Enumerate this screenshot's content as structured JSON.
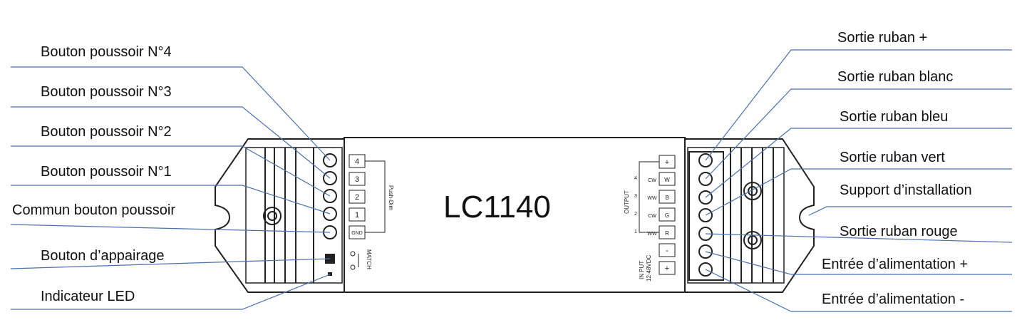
{
  "model": "LC1140",
  "left_labels": [
    "Bouton poussoir N°4",
    "Bouton poussoir N°3",
    "Bouton poussoir N°2",
    "Bouton poussoir N°1",
    "Commun bouton poussoir",
    "Bouton d’appairage",
    "Indicateur LED"
  ],
  "right_labels": [
    "Sortie ruban +",
    "Sortie ruban blanc",
    "Sortie ruban bleu",
    "Sortie ruban vert",
    "Support d’installation",
    "Sortie ruban rouge",
    "Entrée d’alimentation +",
    "Entrée d’alimentation -"
  ],
  "device": {
    "push_terminals": [
      "4",
      "3",
      "2",
      "1",
      "GND"
    ],
    "push_dim": "Push-Dim",
    "match": "MATCH",
    "output_title": "OUTPUT",
    "output_channels": [
      {
        "num": "4",
        "a": "CW",
        "b": "W"
      },
      {
        "num": "3",
        "a": "WW",
        "b": "B"
      },
      {
        "num": "2",
        "a": "CW",
        "b": "G"
      },
      {
        "num": "1",
        "a": "WW",
        "b": "R"
      }
    ],
    "plus": "+",
    "minus": "-",
    "input_label": "IN PUT",
    "input_voltage": "12-48VDC"
  },
  "colors": {
    "leader": "#4a72b0",
    "outline": "#222222"
  }
}
